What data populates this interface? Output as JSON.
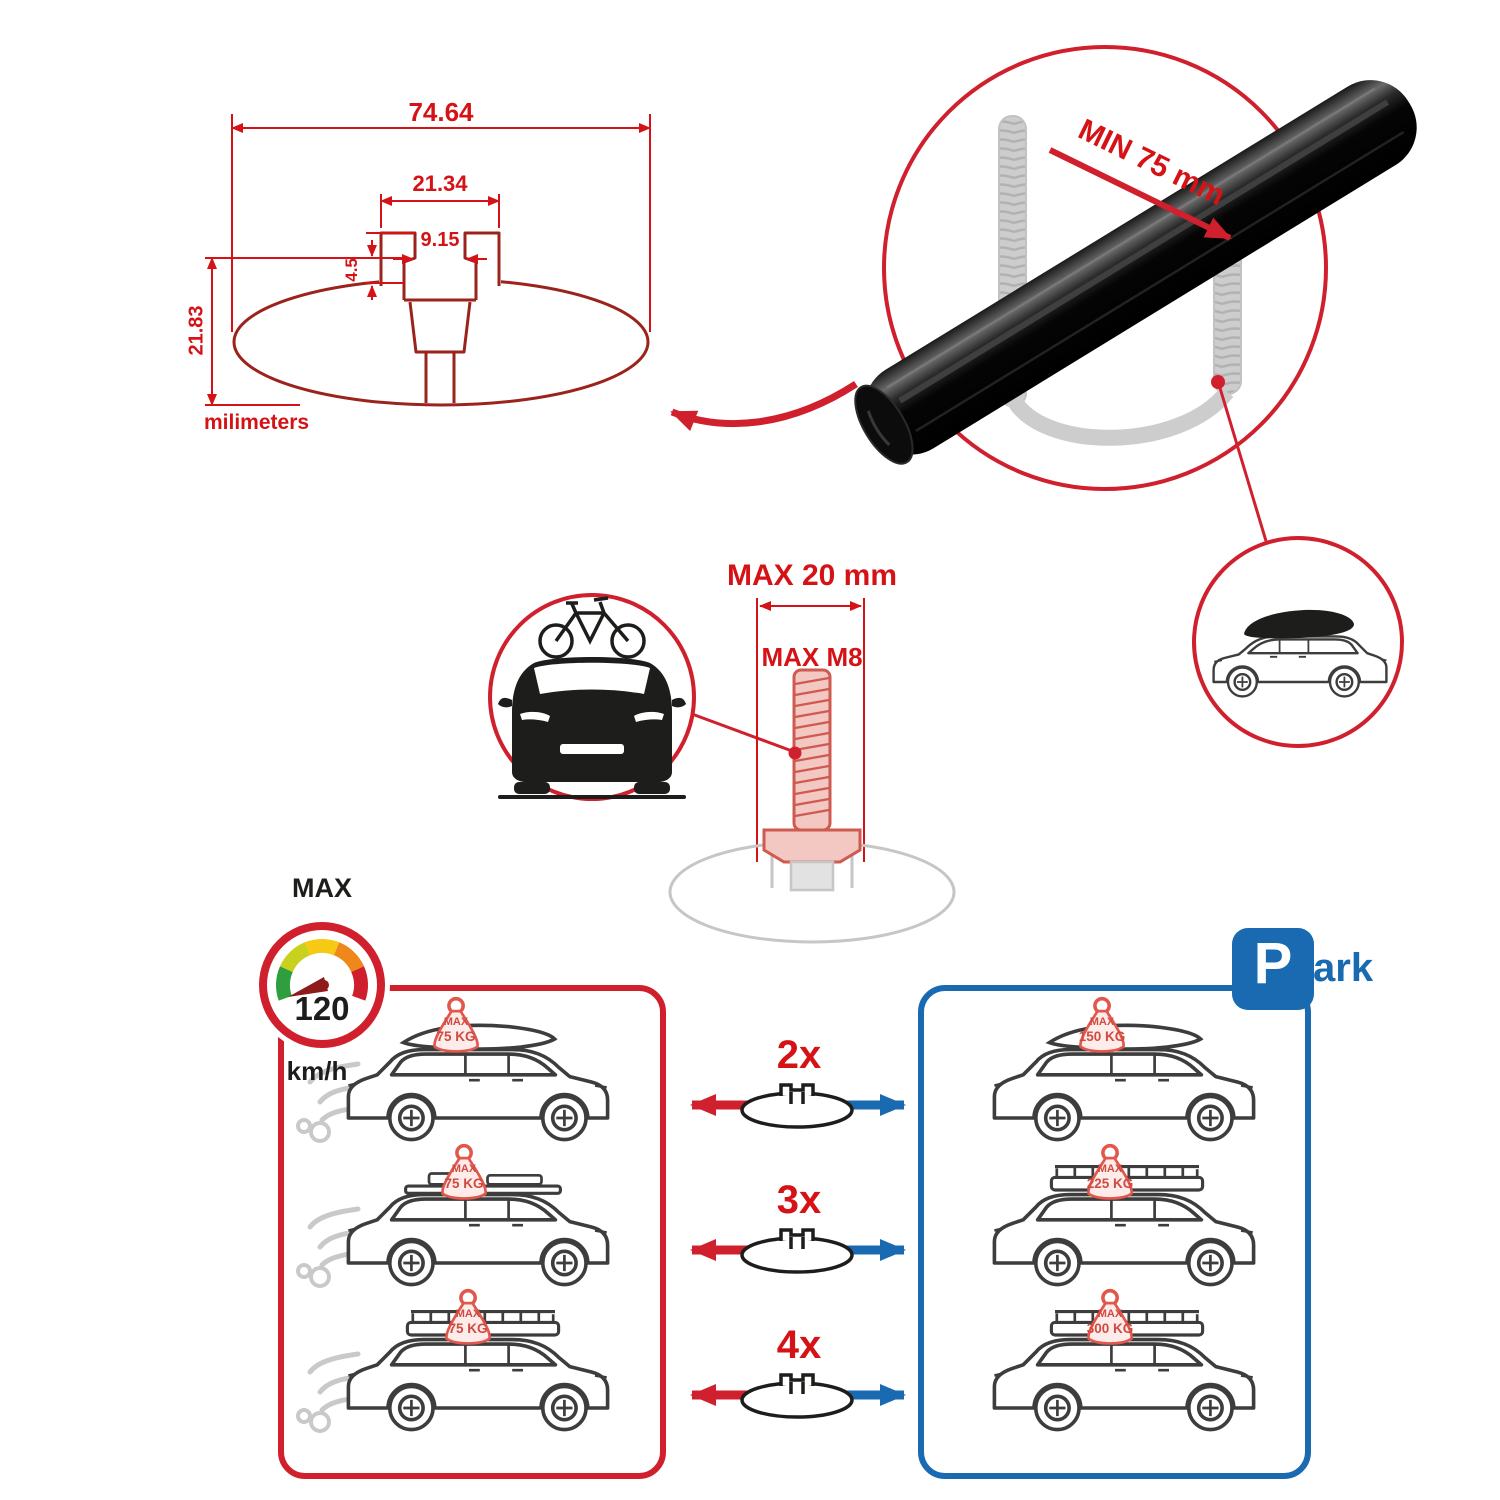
{
  "colors": {
    "accent_red": "#d0202e",
    "dimension_red": "#d51317",
    "panel_blue": "#1a6ab2",
    "ink_black": "#1d1d1b",
    "ghost_gray": "#c6c6c6",
    "tag_red": "#cf4a40"
  },
  "cross_section": {
    "total_width": "74.64",
    "channel_outer_width": "21.34",
    "slot_opening": "9.15",
    "lip_depth": "4.5",
    "total_height": "21.83",
    "units_label": "milimeters"
  },
  "crossbar_view": {
    "min_clamp_span": "MIN 75 mm"
  },
  "bolt": {
    "max_head_width": "MAX 20 mm",
    "max_thread": "MAX M8"
  },
  "speed_limit": {
    "label": "MAX",
    "value": "120",
    "unit": "km/h"
  },
  "multipliers": [
    {
      "label": "2x"
    },
    {
      "label": "3x"
    },
    {
      "label": "4x"
    }
  ],
  "drive_panel": {
    "cars": [
      {
        "tag_max": "MAX",
        "tag_weight": "75 KG"
      },
      {
        "tag_max": "MAX",
        "tag_weight": "75 KG"
      },
      {
        "tag_max": "MAX",
        "tag_weight": "75 KG"
      }
    ]
  },
  "park_panel": {
    "sign_letter": "P",
    "sign_rest": "ark",
    "cars": [
      {
        "tag_max": "MAX",
        "tag_weight": "150 KG"
      },
      {
        "tag_max": "MAX",
        "tag_weight": "225 KG"
      },
      {
        "tag_max": "MAX",
        "tag_weight": "300 KG"
      }
    ]
  }
}
